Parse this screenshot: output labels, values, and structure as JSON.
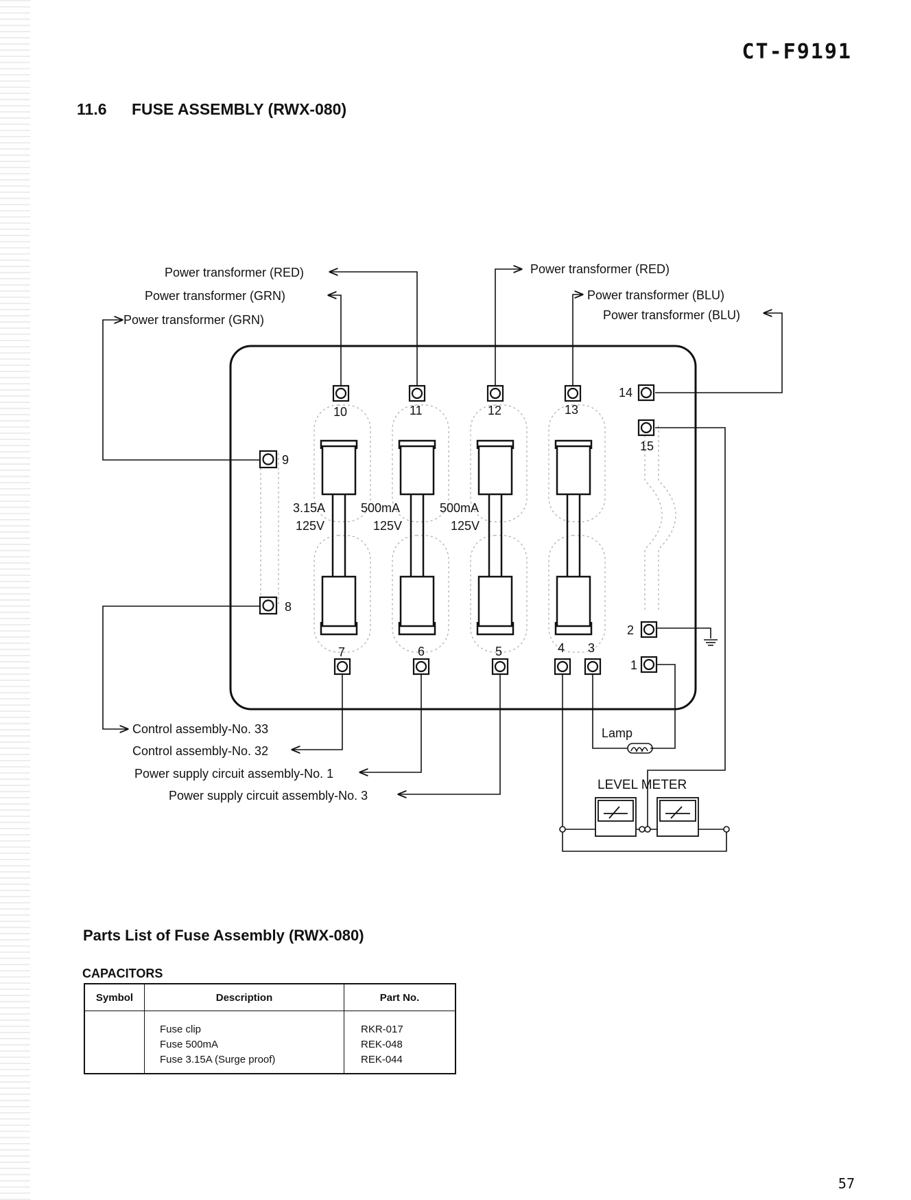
{
  "header": {
    "model": "CT-F9191"
  },
  "section": {
    "number": "11.6",
    "title": "FUSE ASSEMBLY (RWX-080)"
  },
  "diagram": {
    "wire_labels": {
      "t10": "Power transformer (RED)",
      "t11": "Power transformer (GRN)",
      "t9": "Power transformer (GRN)",
      "t12": "Power transformer (RED)",
      "t13": "Power transformer (BLU)",
      "t14": "Power transformer (BLU)",
      "t8": "Control assembly-No. 33",
      "t7": "Control assembly-No. 32",
      "t6": "Power supply circuit assembly-No. 1",
      "t5": "Power supply circuit assembly-No. 3"
    },
    "terminals": {
      "n1": "1",
      "n2": "2",
      "n3": "3",
      "n4": "4",
      "n5": "5",
      "n6": "6",
      "n7": "7",
      "n8": "8",
      "n9": "9",
      "n10": "10",
      "n11": "11",
      "n12": "12",
      "n13": "13",
      "n14": "14",
      "n15": "15"
    },
    "fuses": [
      {
        "amp": "3.15A",
        "volt": "125V"
      },
      {
        "amp": "500mA",
        "volt": "125V"
      },
      {
        "amp": "500mA",
        "volt": "125V"
      }
    ],
    "lamp_label": "Lamp",
    "meter_label": "LEVEL METER"
  },
  "parts_list": {
    "title": "Parts List of Fuse Assembly (RWX-080)",
    "category": "CAPACITORS",
    "headers": {
      "symbol": "Symbol",
      "description": "Description",
      "part_no": "Part No."
    },
    "rows": [
      {
        "symbol": "",
        "description": "Fuse clip",
        "part_no": "RKR-017"
      },
      {
        "symbol": "",
        "description": "Fuse 500mA",
        "part_no": "REK-048"
      },
      {
        "symbol": "",
        "description": "Fuse 3.15A (Surge proof)",
        "part_no": "REK-044"
      }
    ]
  },
  "page_number": "57"
}
